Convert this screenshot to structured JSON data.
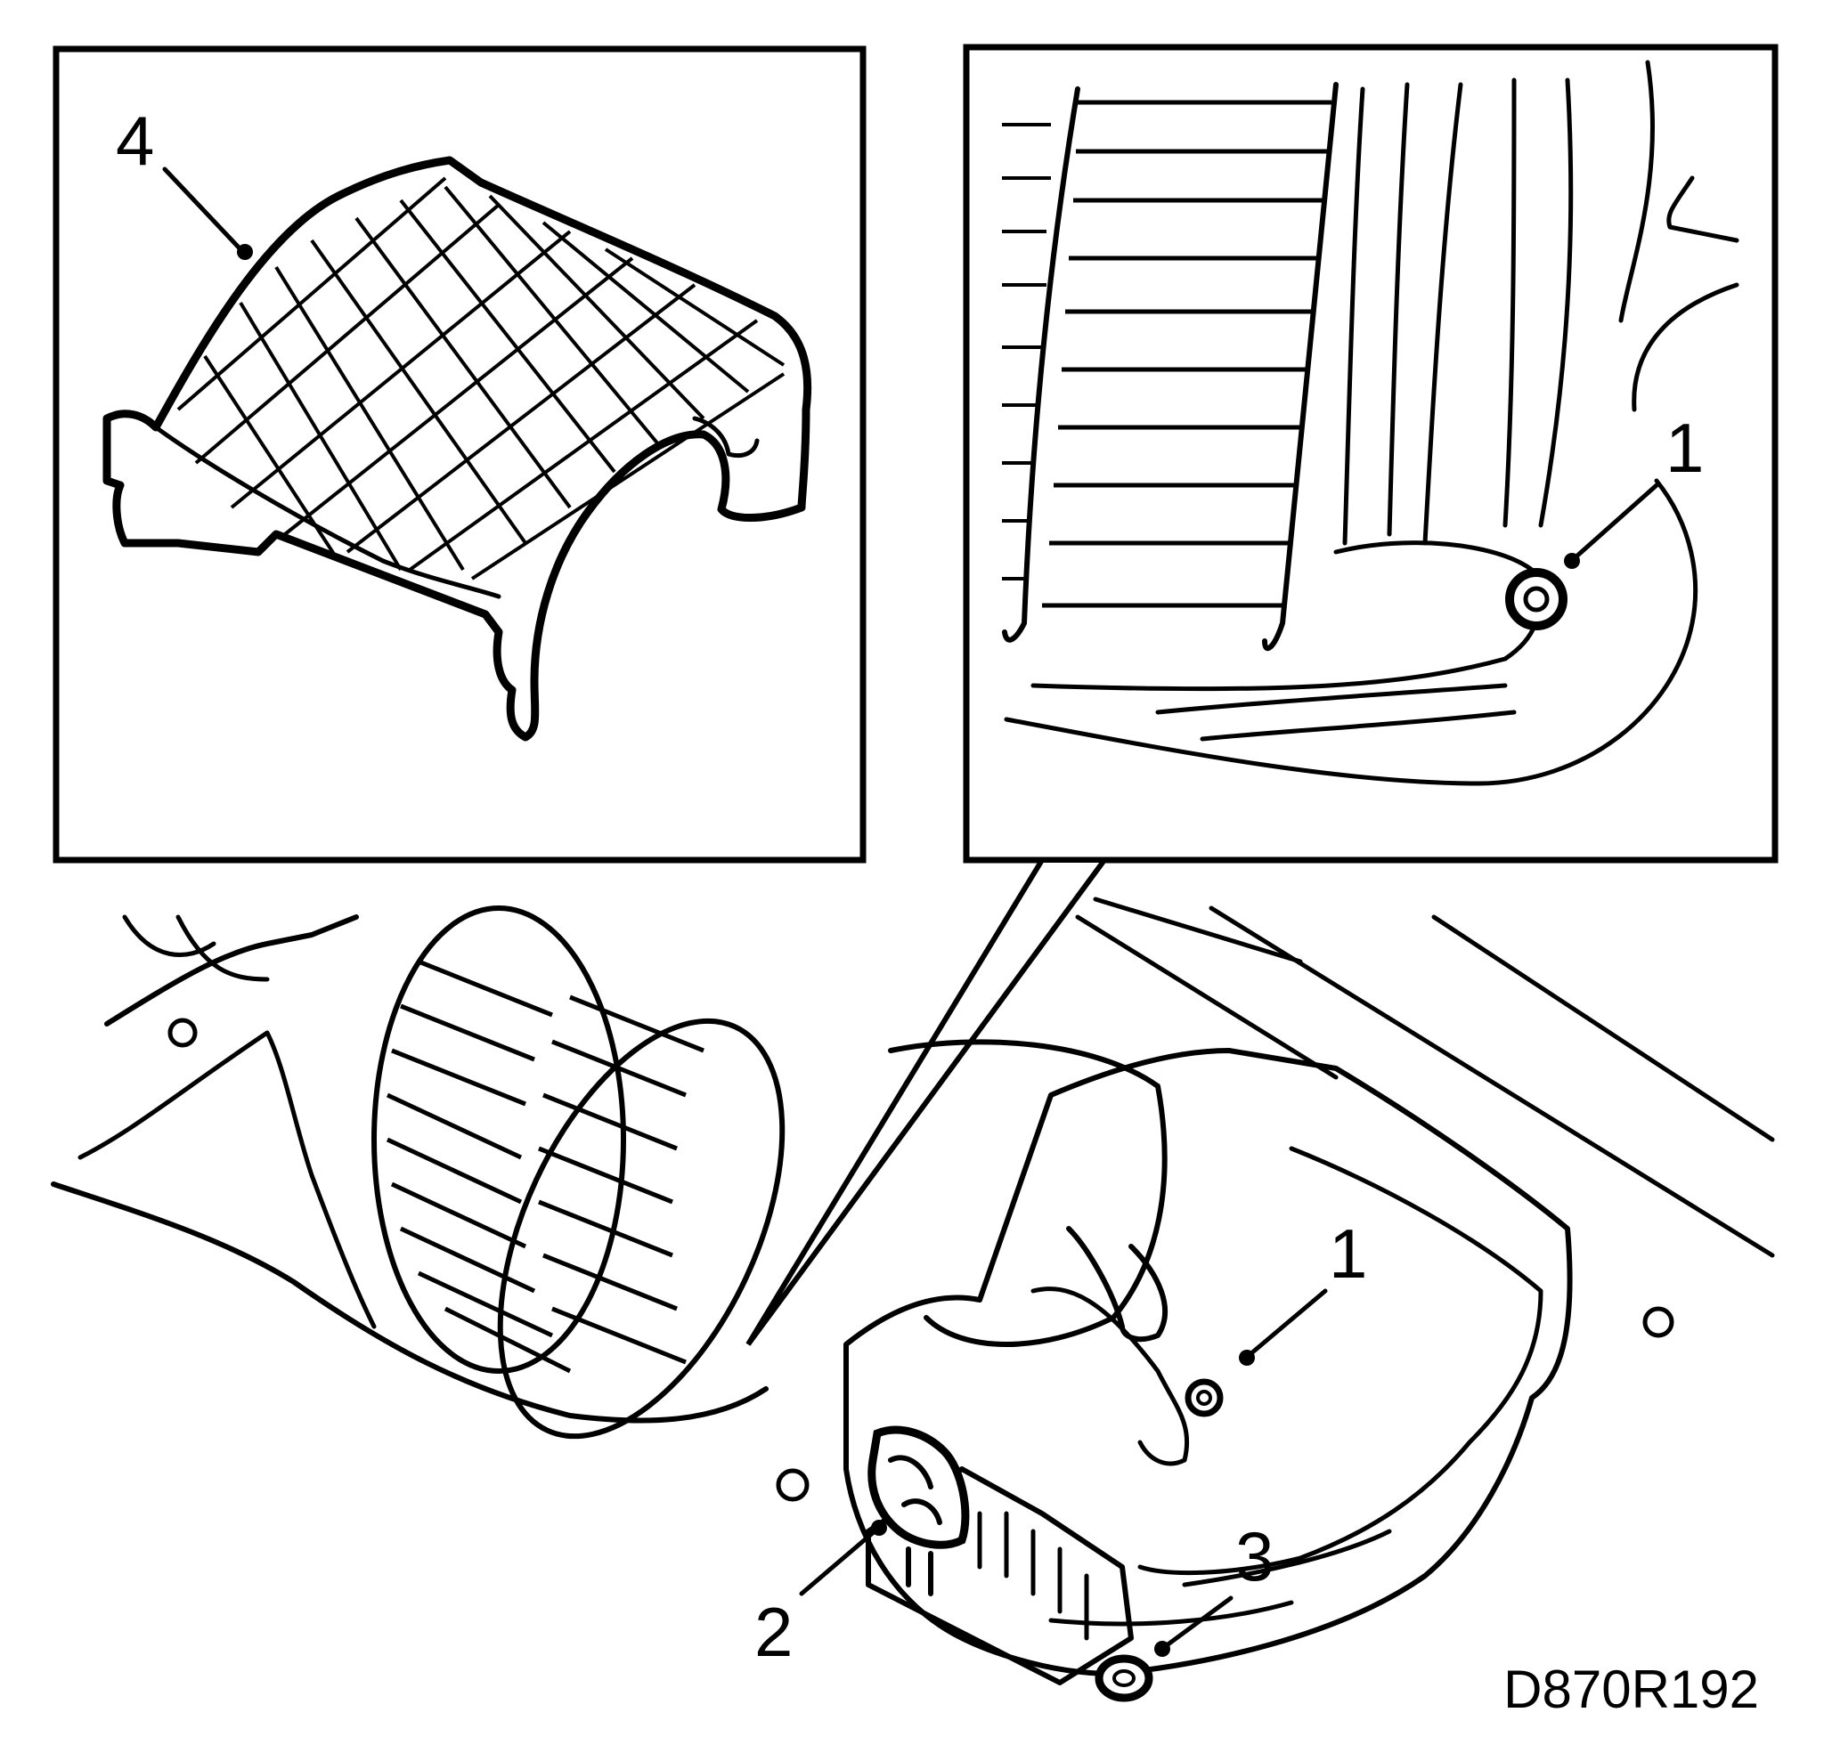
{
  "diagram": {
    "figure_code": "D870R192",
    "callouts": {
      "inset_left_part": "4",
      "inset_right_screw": "1",
      "main_screw": "1",
      "main_connector": "2",
      "main_bottom_screw": "3"
    }
  }
}
